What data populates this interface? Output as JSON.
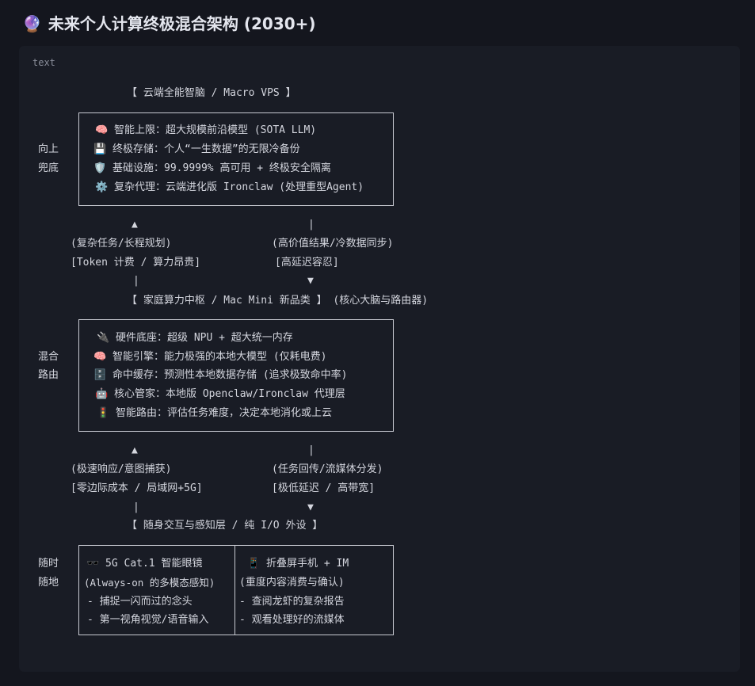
{
  "title": {
    "icon": "crystal-ball-icon",
    "text": "未来个人计算终极混合架构 (2030+)"
  },
  "code_block": {
    "language": "text"
  },
  "cloud": {
    "header": "【 云端全能智脑 / Macro VPS 】",
    "side_label": [
      "向上",
      "兜底"
    ],
    "rows": [
      {
        "icon": "brain-icon",
        "glyph": "🧠",
        "text": "智能上限：超大规模前沿模型 (SOTA LLM)"
      },
      {
        "icon": "floppy-disk-icon",
        "glyph": "💾",
        "text": "终极存储：个人“一生数据”的无限冷备份"
      },
      {
        "icon": "shield-icon",
        "glyph": "🛡️",
        "text": "基础设施：99.9999% 高可用 + 终极安全隔离"
      },
      {
        "icon": "gear-icon",
        "glyph": "⚙️",
        "text": "复杂代理：云端进化版 Ironclaw (处理重型Agent)"
      }
    ]
  },
  "link1": {
    "up": [
      "(复杂任务/长程规划)",
      "[Token 计费 / 算力昂贵]"
    ],
    "down": [
      "(高价值结果/冷数据同步)",
      "[高延迟容忍]"
    ]
  },
  "home": {
    "header": "【 家庭算力中枢 / Mac Mini 新品类 】 (核心大脑与路由器)",
    "side_label": [
      "混合",
      "路由"
    ],
    "rows": [
      {
        "icon": "plug-icon",
        "glyph": "🔌",
        "text": "硬件底座：超级 NPU + 超大统一内存"
      },
      {
        "icon": "brain-icon",
        "glyph": "🧠",
        "text": "智能引擎：能力极强的本地大模型 (仅耗电费)"
      },
      {
        "icon": "file-cabinet-icon",
        "glyph": "🗄️",
        "text": "命中缓存：预测性本地数据存储 (追求极致命中率)"
      },
      {
        "icon": "robot-icon",
        "glyph": "🤖",
        "text": "核心管家：本地版 Openclaw/Ironclaw 代理层"
      },
      {
        "icon": "traffic-light-icon",
        "glyph": "🚦",
        "text": "智能路由：评估任务难度，决定本地消化或上云"
      }
    ]
  },
  "link2": {
    "up": [
      "(极速响应/意图捕获)",
      "[零边际成本 / 局域网+5G]"
    ],
    "down": [
      "(任务回传/流媒体分发)",
      "[极低延迟 / 高带宽]"
    ]
  },
  "edge": {
    "header": "【 随身交互与感知层 / 纯 I/O 外设 】",
    "side_label": [
      "随时",
      "随地"
    ],
    "left": {
      "icon": "glasses-icon",
      "glyph": "🕶️",
      "title": "5G Cat.1 智能眼镜",
      "lines": [
        "(Always-on 的多模态感知)",
        "- 捕捉一闪而过的念头",
        "- 第一视角视觉/语音输入"
      ]
    },
    "right": {
      "icon": "mobile-phone-icon",
      "glyph": "📱",
      "title": "折叠屏手机 + IM",
      "lines": [
        "(重度内容消费与确认)",
        "- 查阅龙虾的复杂报告",
        "- 观看处理好的流媒体"
      ]
    }
  },
  "arrows": {
    "up": "▲",
    "down": "▼",
    "pipe": "|"
  }
}
